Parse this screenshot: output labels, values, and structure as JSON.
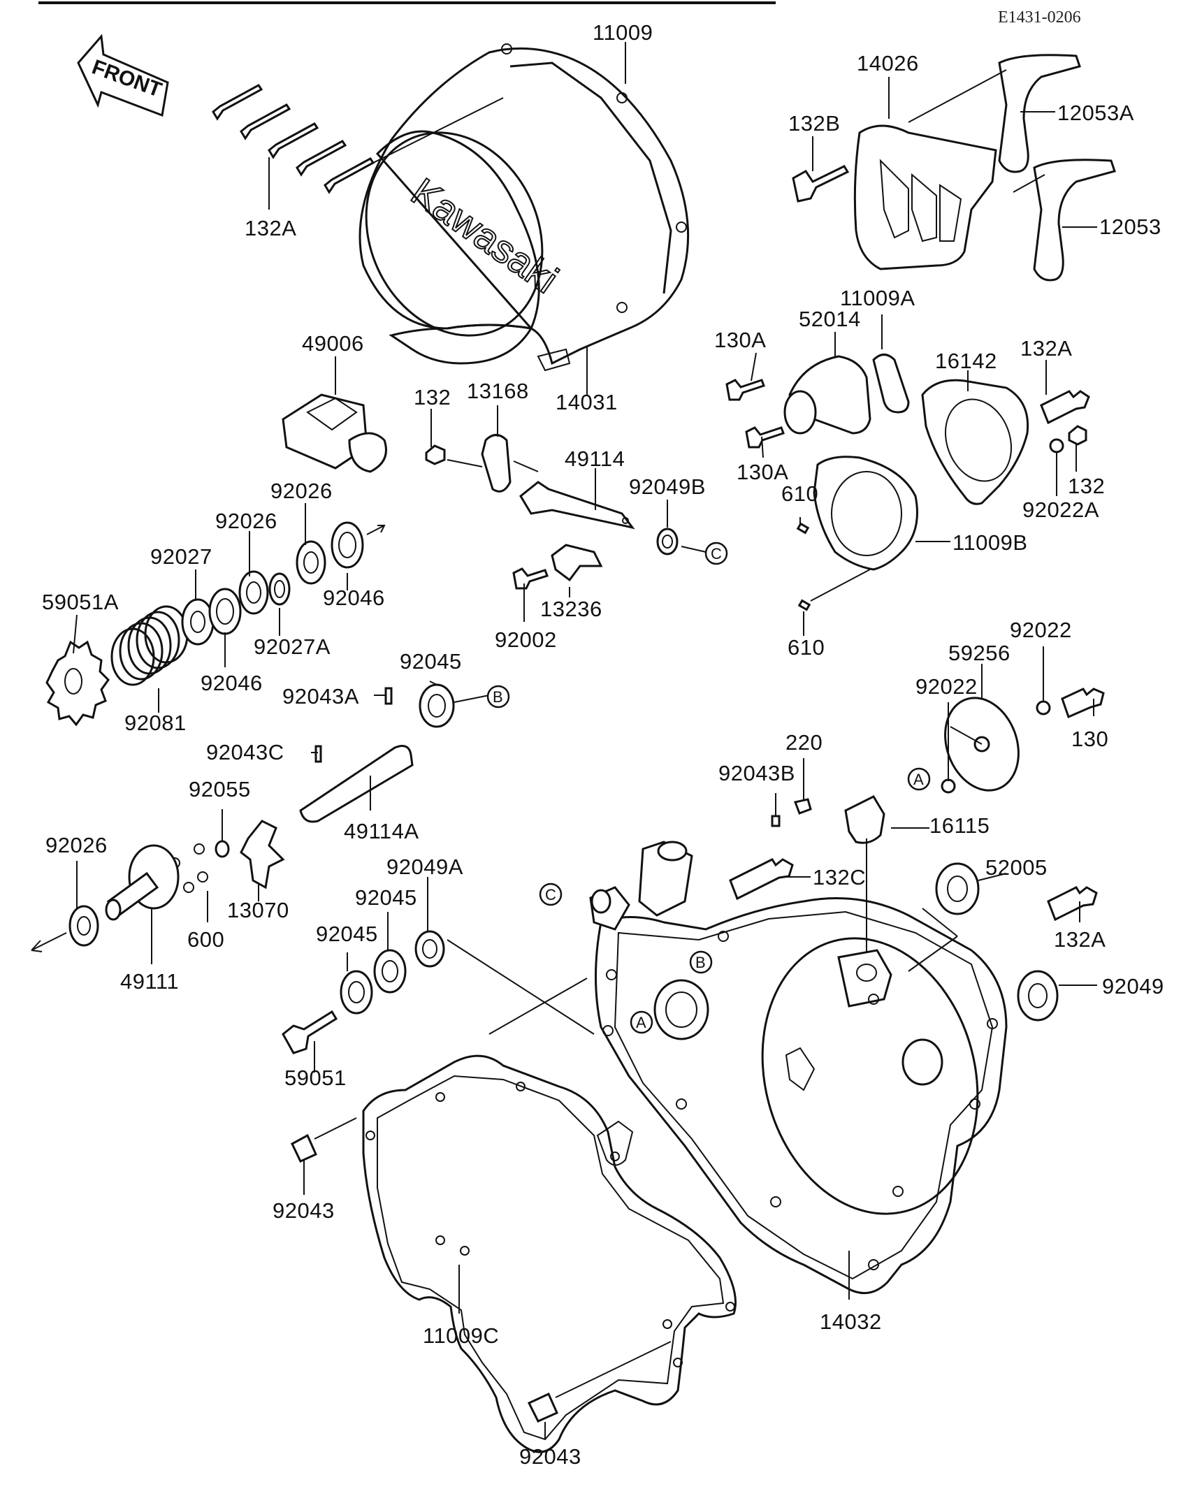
{
  "diagram_code": "E1431-0206",
  "front_label": "FRONT",
  "brand_mark": "Kawasaki",
  "parts": [
    {
      "label": "11009"
    },
    {
      "label": "14026"
    },
    {
      "label": "12053A"
    },
    {
      "label": "132B"
    },
    {
      "label": "12053"
    },
    {
      "label": "132A"
    },
    {
      "label": "49006"
    },
    {
      "label": "14031"
    },
    {
      "label": "11009A"
    },
    {
      "label": "52014"
    },
    {
      "label": "130A"
    },
    {
      "label": "16142"
    },
    {
      "label": "132A"
    },
    {
      "label": "132"
    },
    {
      "label": "13168"
    },
    {
      "label": "49114"
    },
    {
      "label": "92049B"
    },
    {
      "label": "130A"
    },
    {
      "label": "132"
    },
    {
      "label": "92022A"
    },
    {
      "label": "610"
    },
    {
      "label": "11009B"
    },
    {
      "label": "92026"
    },
    {
      "label": "92026"
    },
    {
      "label": "92027"
    },
    {
      "label": "92046"
    },
    {
      "label": "59051A"
    },
    {
      "label": "92027A"
    },
    {
      "label": "13236"
    },
    {
      "label": "92002"
    },
    {
      "label": "610"
    },
    {
      "label": "92022"
    },
    {
      "label": "59256"
    },
    {
      "label": "92045"
    },
    {
      "label": "92046"
    },
    {
      "label": "92043A"
    },
    {
      "label": "92022"
    },
    {
      "label": "92081"
    },
    {
      "label": "130"
    },
    {
      "label": "220"
    },
    {
      "label": "92043C"
    },
    {
      "label": "92043B"
    },
    {
      "label": "92055"
    },
    {
      "label": "49114A"
    },
    {
      "label": "16115"
    },
    {
      "label": "92026"
    },
    {
      "label": "92049A"
    },
    {
      "label": "132C"
    },
    {
      "label": "52005"
    },
    {
      "label": "92045"
    },
    {
      "label": "13070"
    },
    {
      "label": "132A"
    },
    {
      "label": "92045"
    },
    {
      "label": "600"
    },
    {
      "label": "49111"
    },
    {
      "label": "92049"
    },
    {
      "label": "59051"
    },
    {
      "label": "92043"
    },
    {
      "label": "14032"
    },
    {
      "label": "11009C"
    },
    {
      "label": "92043"
    }
  ],
  "references": [
    {
      "letter": "C"
    },
    {
      "letter": "B"
    },
    {
      "letter": "A"
    },
    {
      "letter": "C"
    },
    {
      "letter": "B"
    },
    {
      "letter": "A"
    }
  ]
}
